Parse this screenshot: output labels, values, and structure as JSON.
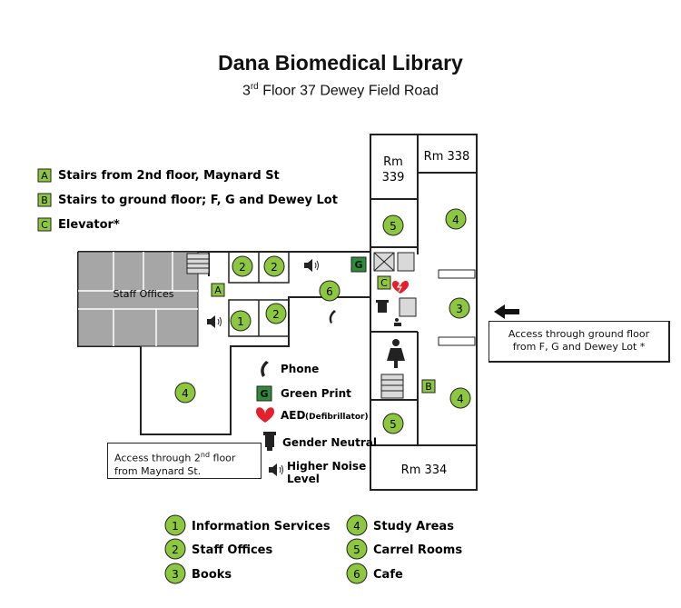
{
  "header": {
    "title": "Dana Biomedical Library",
    "subtitle_prefix": "3",
    "subtitle_sup": "rd",
    "subtitle_rest": " Floor 37 Dewey Field Road"
  },
  "access_legend": [
    {
      "letter": "A",
      "text": "Stairs from 2nd floor, Maynard St"
    },
    {
      "letter": "B",
      "text": "Stairs to ground floor; F, G and Dewey Lot"
    },
    {
      "letter": "C",
      "text": "Elevator*"
    }
  ],
  "rooms": {
    "rm339_a": "Rm",
    "rm339_b": "339",
    "rm338": "Rm 338",
    "rm334": "Rm 334",
    "staff_offices": "Staff Offices"
  },
  "markers": {
    "a": "A",
    "b": "B",
    "c": "C",
    "g": "G",
    "n1": "1",
    "n2": "2",
    "n3": "3",
    "n4": "4",
    "n5": "5",
    "n6": "6"
  },
  "symbol_legend": {
    "phone": "Phone",
    "green_print": "Green Print",
    "aed_main": "AED",
    "aed_sub": "(Defibrillator)",
    "gender_neutral": "Gender Neutral",
    "noise_a": "Higher Noise",
    "noise_b": "Level"
  },
  "access_notes": {
    "second_floor_a": "Access through 2",
    "second_floor_sup": "nd",
    "second_floor_b": " floor",
    "second_floor_c": "from Maynard St.",
    "ground_floor_a": "Access through ground floor",
    "ground_floor_b": "from F, G and Dewey Lot *"
  },
  "area_legend": [
    {
      "number": "1",
      "label": "Information Services"
    },
    {
      "number": "2",
      "label": "Staff Offices"
    },
    {
      "number": "3",
      "label": "Books"
    },
    {
      "number": "4",
      "label": "Study Areas"
    },
    {
      "number": "5",
      "label": "Carrel Rooms"
    },
    {
      "number": "6",
      "label": "Cafe"
    }
  ],
  "colors": {
    "marker_green": "#8dc63f",
    "green_print": "#2e8b3a",
    "staff_gray": "#a6a6a6",
    "aed_red": "#e3202b"
  }
}
